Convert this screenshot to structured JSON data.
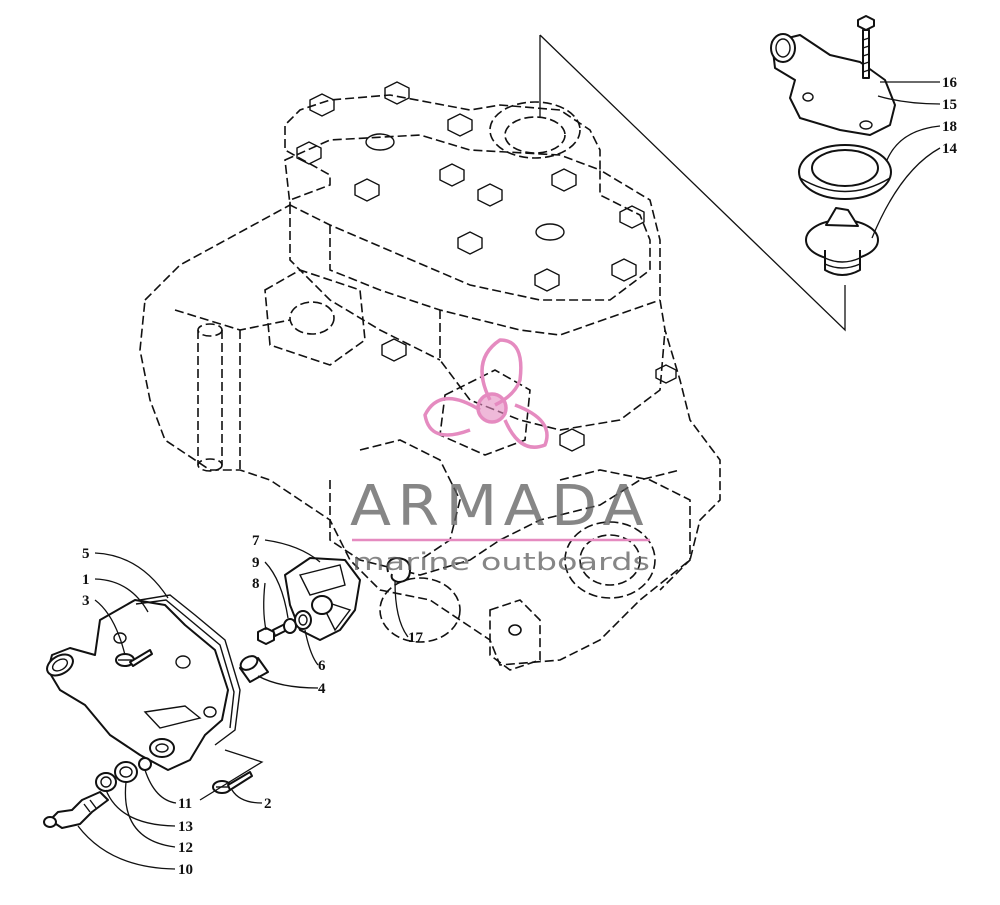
{
  "watermark": {
    "brand": "ARMADA",
    "tagline": "marine outboards",
    "brand_color": "#e58bc0",
    "text_color": "#5e5e5e"
  },
  "callouts": {
    "c1": "1",
    "c2": "2",
    "c3": "3",
    "c4": "4",
    "c5": "5",
    "c6": "6",
    "c7": "7",
    "c8": "8",
    "c9": "9",
    "c10": "10",
    "c11": "11",
    "c12": "12",
    "c13": "13",
    "c14": "14",
    "c15": "15",
    "c16": "16",
    "c17": "17",
    "c18": "18"
  }
}
